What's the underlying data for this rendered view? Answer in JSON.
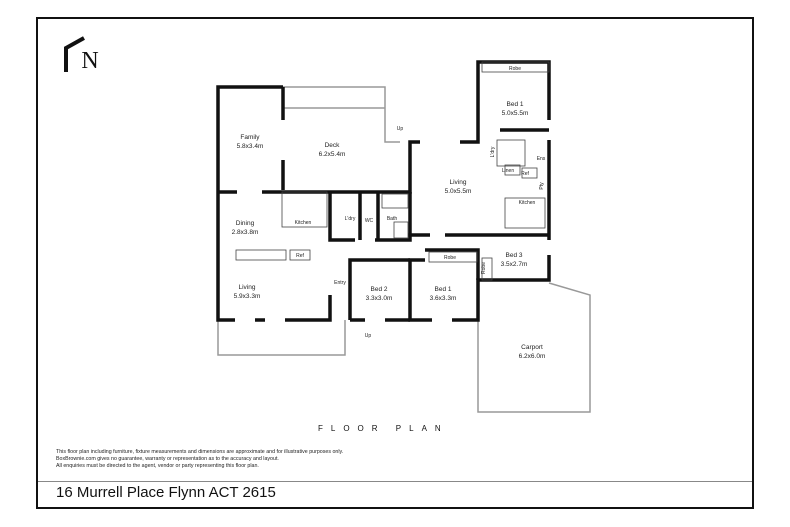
{
  "compass": {
    "letter": "N"
  },
  "rooms": [
    {
      "id": "family",
      "name": "Family",
      "size": "5.8x3.4m"
    },
    {
      "id": "deck",
      "name": "Deck",
      "size": "6.2x5.4m"
    },
    {
      "id": "living-right",
      "name": "Living",
      "size": "5.0x5.5m"
    },
    {
      "id": "bed1-top",
      "name": "Bed 1",
      "size": "5.0x5.5m"
    },
    {
      "id": "dining",
      "name": "Dining",
      "size": "2.8x3.8m"
    },
    {
      "id": "bed3",
      "name": "Bed 3",
      "size": "3.5x2.7m"
    },
    {
      "id": "living-left",
      "name": "Living",
      "size": "5.9x3.3m"
    },
    {
      "id": "bed2",
      "name": "Bed 2",
      "size": "3.3x3.0m"
    },
    {
      "id": "bed1-bottom",
      "name": "Bed 1",
      "size": "3.6x3.3m"
    },
    {
      "id": "carport",
      "name": "Carport",
      "size": "6.2x6.0m"
    }
  ],
  "minor_labels": {
    "kitchen_left": "Kitchen",
    "kitchen_right": "Kitchen",
    "laundry": "L'dry",
    "laundry_right": "L'dry",
    "wc": "WC",
    "bath": "Bath",
    "entry": "Entry",
    "robe": "Robe",
    "ens": "Ens",
    "linen": "Linen",
    "ref": "Ref",
    "pantry": "Pty",
    "up": "Up"
  },
  "footer": {
    "title": "FLOOR PLAN",
    "disclaimer": [
      "This floor plan including furniture, fixture measurements and dimensions are approximate and for illustrative purposes only.",
      "BoxBrownie.com gives no guarantee, warranty or representation as to the accuracy and layout.",
      "All enquiries must be directed to the agent, vendor or party representing this floor plan."
    ],
    "address": "16 Murrell Place Flynn ACT 2615"
  }
}
